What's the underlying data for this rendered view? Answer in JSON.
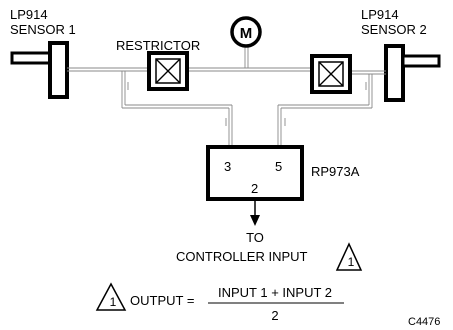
{
  "diagram": {
    "sensor1": {
      "line1": "LP914",
      "line2": "SENSOR 1"
    },
    "sensor2": {
      "line1": "LP914",
      "line2": "SENSOR 2"
    },
    "restrictor_label": "RESTRICTOR",
    "motor_symbol": "M",
    "controller": {
      "model": "RP973A",
      "port_left": "3",
      "port_right": "5",
      "port_out": "2"
    },
    "output_to": {
      "line1": "TO",
      "line2": "CONTROLLER INPUT"
    },
    "note_marker": "1",
    "formula": {
      "lhs": "OUTPUT =",
      "numerator": "INPUT 1 + INPUT 2",
      "denominator": "2"
    },
    "figure_code": "C4476"
  }
}
